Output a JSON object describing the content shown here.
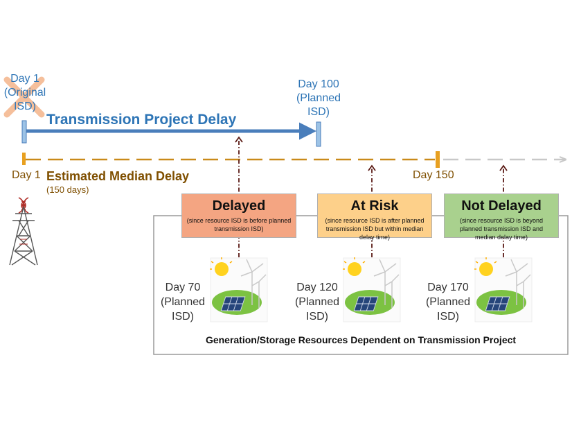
{
  "timeline": {
    "original_isd_label": "Day 1\n(Original\nISD)",
    "planned_isd_label": "Day 100\n(Planned\nISD)",
    "transmission_title": "Transmission Project Delay",
    "day1_label": "Day 1",
    "median_title": "Estimated Median Delay",
    "median_subtitle": "(150 days)",
    "day150_label": "Day 150"
  },
  "statuses": [
    {
      "title": "Delayed",
      "note": "(since resource ISD is before planned transmission ISD)",
      "color": "#f4a582"
    },
    {
      "title": "At Risk",
      "note": "(since resource ISD is after planned transmission ISD but within median delay time)",
      "color": "#fdd08a"
    },
    {
      "title": "Not Delayed",
      "note": "(since resource ISD is beyond planned transmission ISD and median delay time)",
      "color": "#a9d18e"
    }
  ],
  "resources": [
    {
      "label": "Day 70\n(Planned\nISD)"
    },
    {
      "label": "Day 120\n(Planned\nISD)"
    },
    {
      "label": "Day 170\n(Planned\nISD)"
    }
  ],
  "caption": "Generation/Storage Resources Dependent on Transmission Project",
  "colors": {
    "transmission_blue": "#4a7ebb",
    "marker_blue": "#9dc3e6",
    "median_orange": "#c98a1a",
    "gray_extension": "#c8c8c8",
    "dashdot": "#5a1a14",
    "cross": "#f4b48a"
  }
}
